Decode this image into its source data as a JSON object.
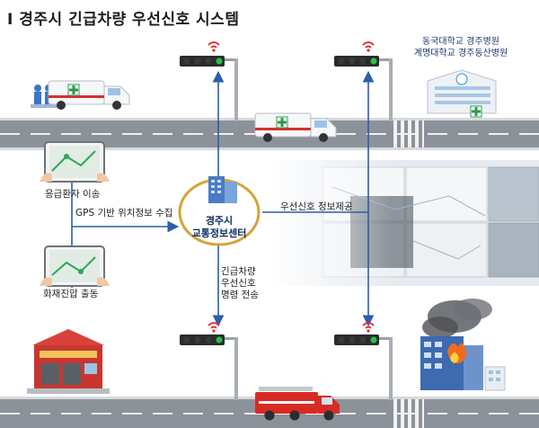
{
  "title": "Ⅰ 경주시 긴급차량 우선신호 시스템",
  "center": {
    "line1": "경주시",
    "line2": "교통정보센터"
  },
  "labels": {
    "emergency_transport": "응급환자 이송",
    "gps_collect": "GPS 기반 위치정보 수집",
    "signal_provide": "우선신호 정보제공",
    "fire_dispatch": "화재진압 출동",
    "command": {
      "line1": "긴급차량",
      "line2": "우선신호",
      "line3": "명령 전송"
    }
  },
  "hospitals": {
    "line1": "동국대학교 경주병원",
    "line2": "계명대학교 경주동산병원"
  },
  "colors": {
    "arrow": "#2a5ea8",
    "road": "#8c929a",
    "signal_green": "#28c04a",
    "signal_off": "#3a3a3a",
    "center_ring": "#d4a437"
  },
  "icons": [
    "traffic-light-icon",
    "wifi-signal-icon",
    "ambulance-icon",
    "fire-truck-icon",
    "tablet-map-icon",
    "hospital-icon",
    "fire-station-icon",
    "burning-building-icon",
    "building-icon",
    "medical-staff-icon"
  ]
}
